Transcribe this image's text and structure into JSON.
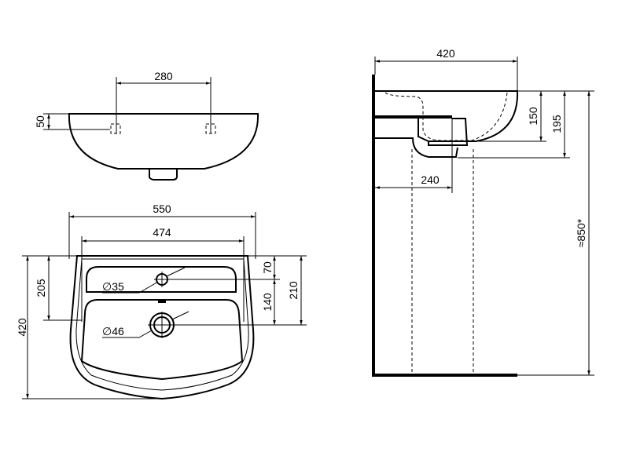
{
  "top_view": {
    "hole_spacing": "280",
    "hole_depth": "50"
  },
  "front_view": {
    "overall_width": "550",
    "inner_width": "474",
    "overall_depth": "420",
    "fixing_height": "205",
    "tap_hole_offset": "70",
    "tap_to_drain": "140",
    "drain_offset": "210",
    "tap_hole_diameter": "∅35",
    "drain_diameter": "∅46"
  },
  "side_view": {
    "projection": "420",
    "basin_height": "150",
    "total_height": "195",
    "mounting_height": "≈850*",
    "bracket_depth": "240"
  }
}
